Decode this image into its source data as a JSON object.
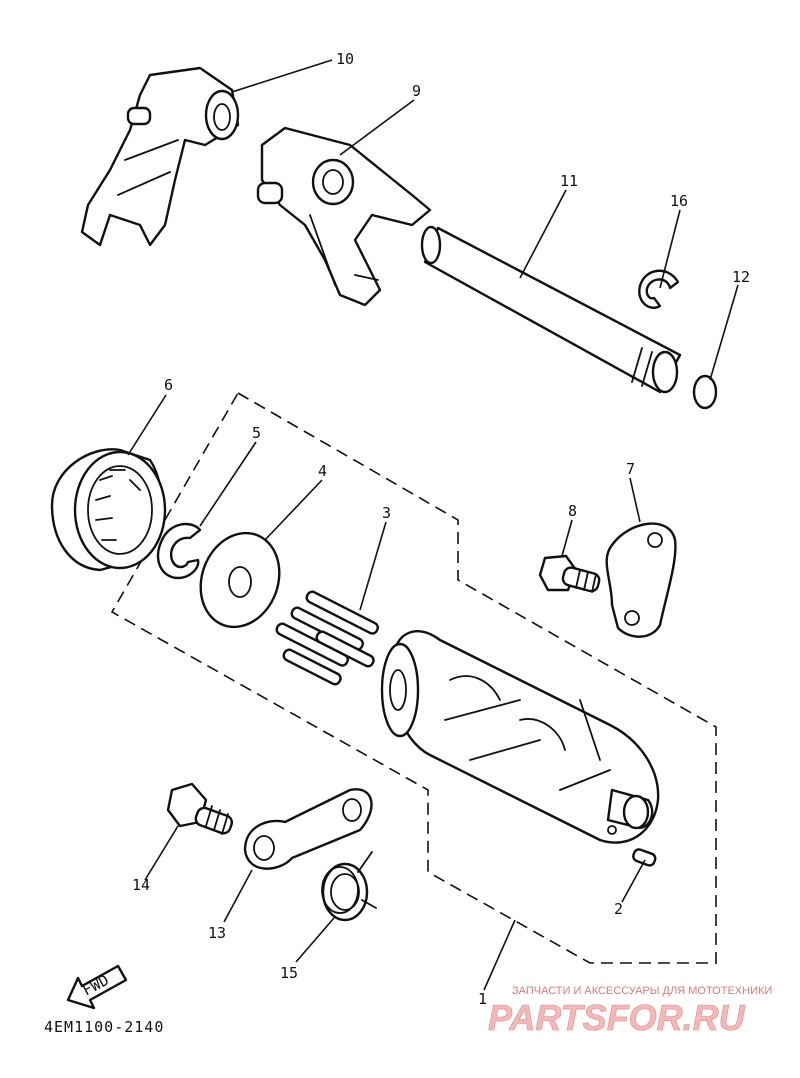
{
  "diagram": {
    "code": "4EM1100-2140",
    "fwd_label": "FWD",
    "callouts": {
      "c1": "1",
      "c2": "2",
      "c3": "3",
      "c4": "4",
      "c5": "5",
      "c6": "6",
      "c7": "7",
      "c8": "8",
      "c9": "9",
      "c10": "10",
      "c11": "11",
      "c12": "12",
      "c13": "13",
      "c14": "14",
      "c15": "15",
      "c16": "16"
    }
  },
  "watermark": {
    "tagline": "ЗАПЧАСТИ И АКСЕССУАРЫ ДЛЯ МОТОТЕХНИКИ",
    "brand": "PARTSFOR.RU"
  }
}
